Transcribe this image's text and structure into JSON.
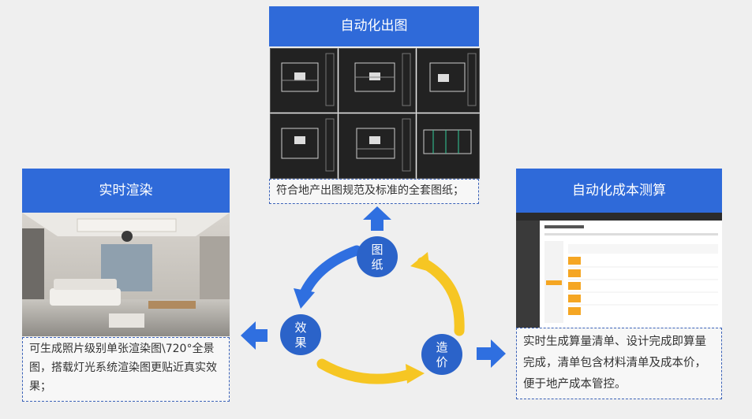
{
  "top": {
    "title": "自动化出图",
    "desc": "符合地产出图规范及标准的全套图纸；"
  },
  "left": {
    "title": "实时渲染",
    "desc": "可生成照片级别单张渲染图\\720°全景图，搭载灯光系统渲染图更贴近真实效果；"
  },
  "right": {
    "title": "自动化成本测算",
    "desc": "实时生成算量清单、设计完成即算量完成，清单包含材料清单及成本价，便于地产成本管控。"
  },
  "cycle": {
    "drawing": "图纸",
    "effect": "效果",
    "cost": "造价"
  },
  "colors": {
    "accent": "#2f6ad9",
    "circle": "#2b63c9",
    "cycle_blue": "#2f6fe0",
    "cycle_yellow": "#f6c623"
  }
}
